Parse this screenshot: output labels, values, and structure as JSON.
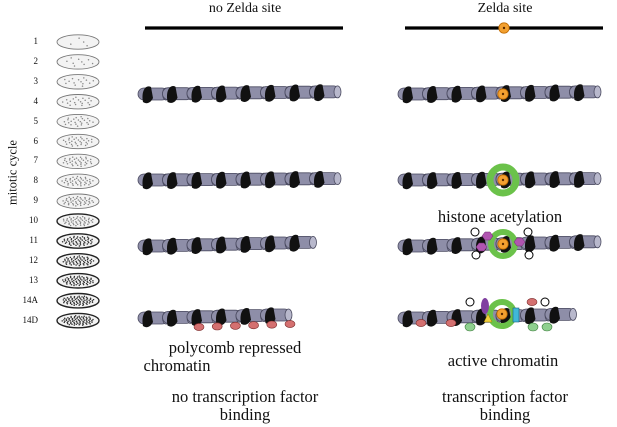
{
  "figure": {
    "y_axis_label": "mitotic cycle",
    "cycles": [
      "1",
      "2",
      "3",
      "4",
      "5",
      "6",
      "7",
      "8",
      "9",
      "10",
      "11",
      "12",
      "13",
      "14A",
      "14D"
    ],
    "columns": {
      "left": {
        "title": "no Zelda site",
        "caption_1": "polycomb repressed chromatin",
        "caption_1_line1": "polycomb repressed",
        "caption_1_line2": "chromatin",
        "caption_2_line1": "no transcription factor",
        "caption_2_line2": "binding"
      },
      "right": {
        "title": "Zelda site",
        "mid_caption": "histone acetylation",
        "caption_1": "active chromatin",
        "caption_2_line1": "transcription factor",
        "caption_2_line2": "binding"
      }
    },
    "colors": {
      "nucleosome": "#8e8ea8",
      "linker": "#111111",
      "zelda": "#f2a030",
      "acetylation_ring": "#6bc24a",
      "acetyl_mark": "#b055b0",
      "polycomb_mark": "#d47070",
      "tf_green": "#8fd08f",
      "tf_purple": "#8040a0",
      "tf_cyan": "#40b8d8",
      "tf_yellow": "#f0d040"
    }
  }
}
